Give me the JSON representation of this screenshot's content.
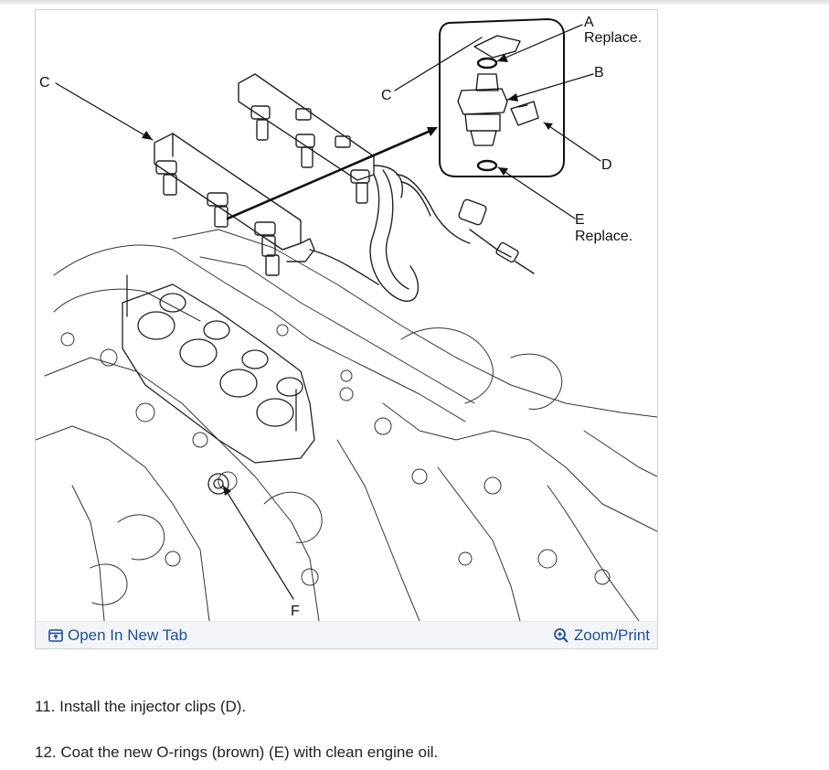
{
  "figure": {
    "callouts": {
      "a_letter": "A",
      "a_text": "Replace.",
      "b_letter": "B",
      "c_left": "C",
      "c_mid": "C",
      "d_letter": "D",
      "e_letter": "E",
      "e_text": "Replace.",
      "f_letter": "F"
    },
    "toolbar": {
      "open_label": "Open In New Tab",
      "zoom_label": "Zoom/Print"
    }
  },
  "steps": [
    {
      "text": "11. Install the injector clips (D)."
    },
    {
      "text": "12. Coat the new O-rings (brown) (E) with clean engine oil."
    }
  ],
  "icons": {
    "open": "open-new-tab-icon",
    "zoom": "zoom-icon"
  },
  "colors": {
    "link": "#1f4f9a",
    "bar_bg": "#f2f4f7"
  }
}
